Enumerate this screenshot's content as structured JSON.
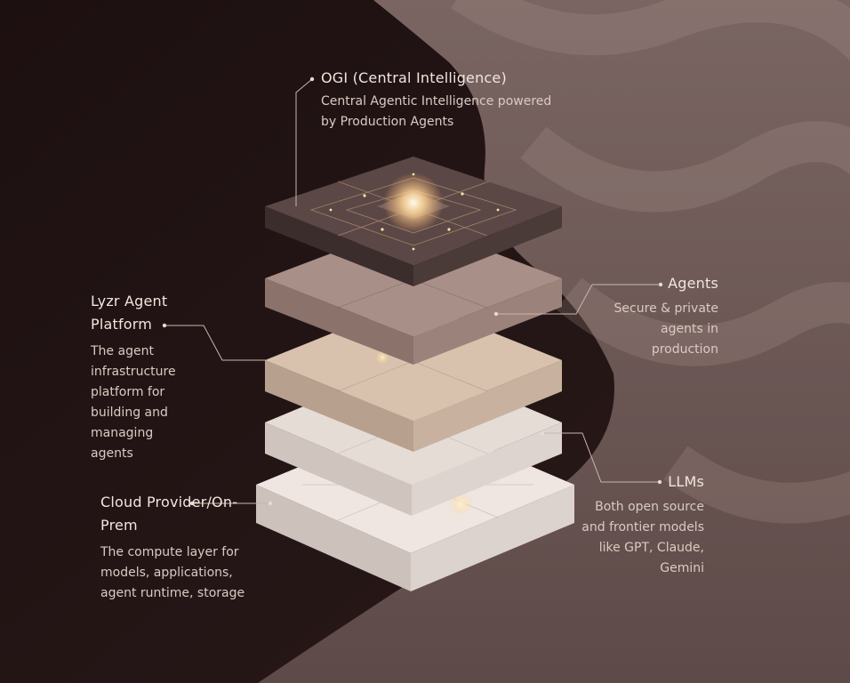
{
  "layers": [
    {
      "key": "ogi",
      "title": "OGI (Central Intelligence)",
      "description": "Central Agentic Intelligence powered by Production Agents"
    },
    {
      "key": "agents",
      "title": "Agents",
      "description": "Secure & private agents in production"
    },
    {
      "key": "platform",
      "title": "Lyzr Agent Platform",
      "description": "The agent infrastructure platform for building and managing agents"
    },
    {
      "key": "llms",
      "title": "LLMs",
      "description": "Both open source and frontier models like GPT, Claude, Gemini"
    },
    {
      "key": "cloud",
      "title": "Cloud Provider/On-Prem",
      "description": "The compute layer for models, applications, agent runtime, storage"
    }
  ],
  "colors": {
    "background_dark": "#1e1212",
    "background_panel": "#6f5a57",
    "text": "#f1e6df",
    "text_muted": "#d9cbc3",
    "leader_line": "#c9b6ac",
    "layer_ogi": "#5b4745",
    "layer_agents": "#a88f87",
    "layer_platform": "#d8c2ad",
    "layer_llms": "#e6dcd6",
    "layer_cloud": "#efe6e1",
    "core_glow": "#ffe7c2"
  }
}
